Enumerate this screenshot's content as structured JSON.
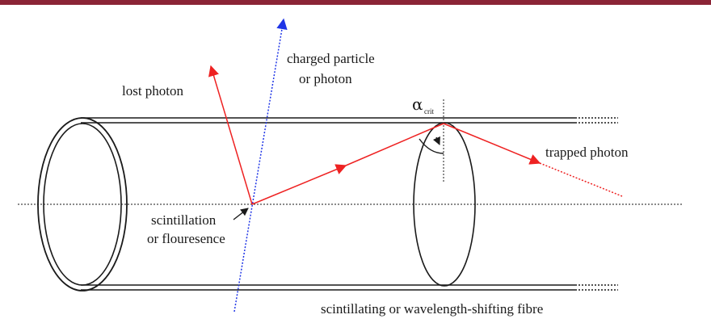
{
  "colors": {
    "top_bar": "#8b2436",
    "fibre_outline": "#1a1a1a",
    "photon_ray": "#ee2222",
    "particle_ray": "#1f35e6",
    "axis_line": "#444444"
  },
  "labels": {
    "lost_photon": "lost photon",
    "charged_particle_line1": "charged particle",
    "charged_particle_line2": "or photon",
    "alpha_symbol": "α",
    "alpha_subscript": "crit",
    "trapped_photon": "trapped photon",
    "scintillation_line1": "scintillation",
    "scintillation_line2": "or flouresence",
    "fibre_caption": "scintillating or wavelength-shifting fibre"
  }
}
